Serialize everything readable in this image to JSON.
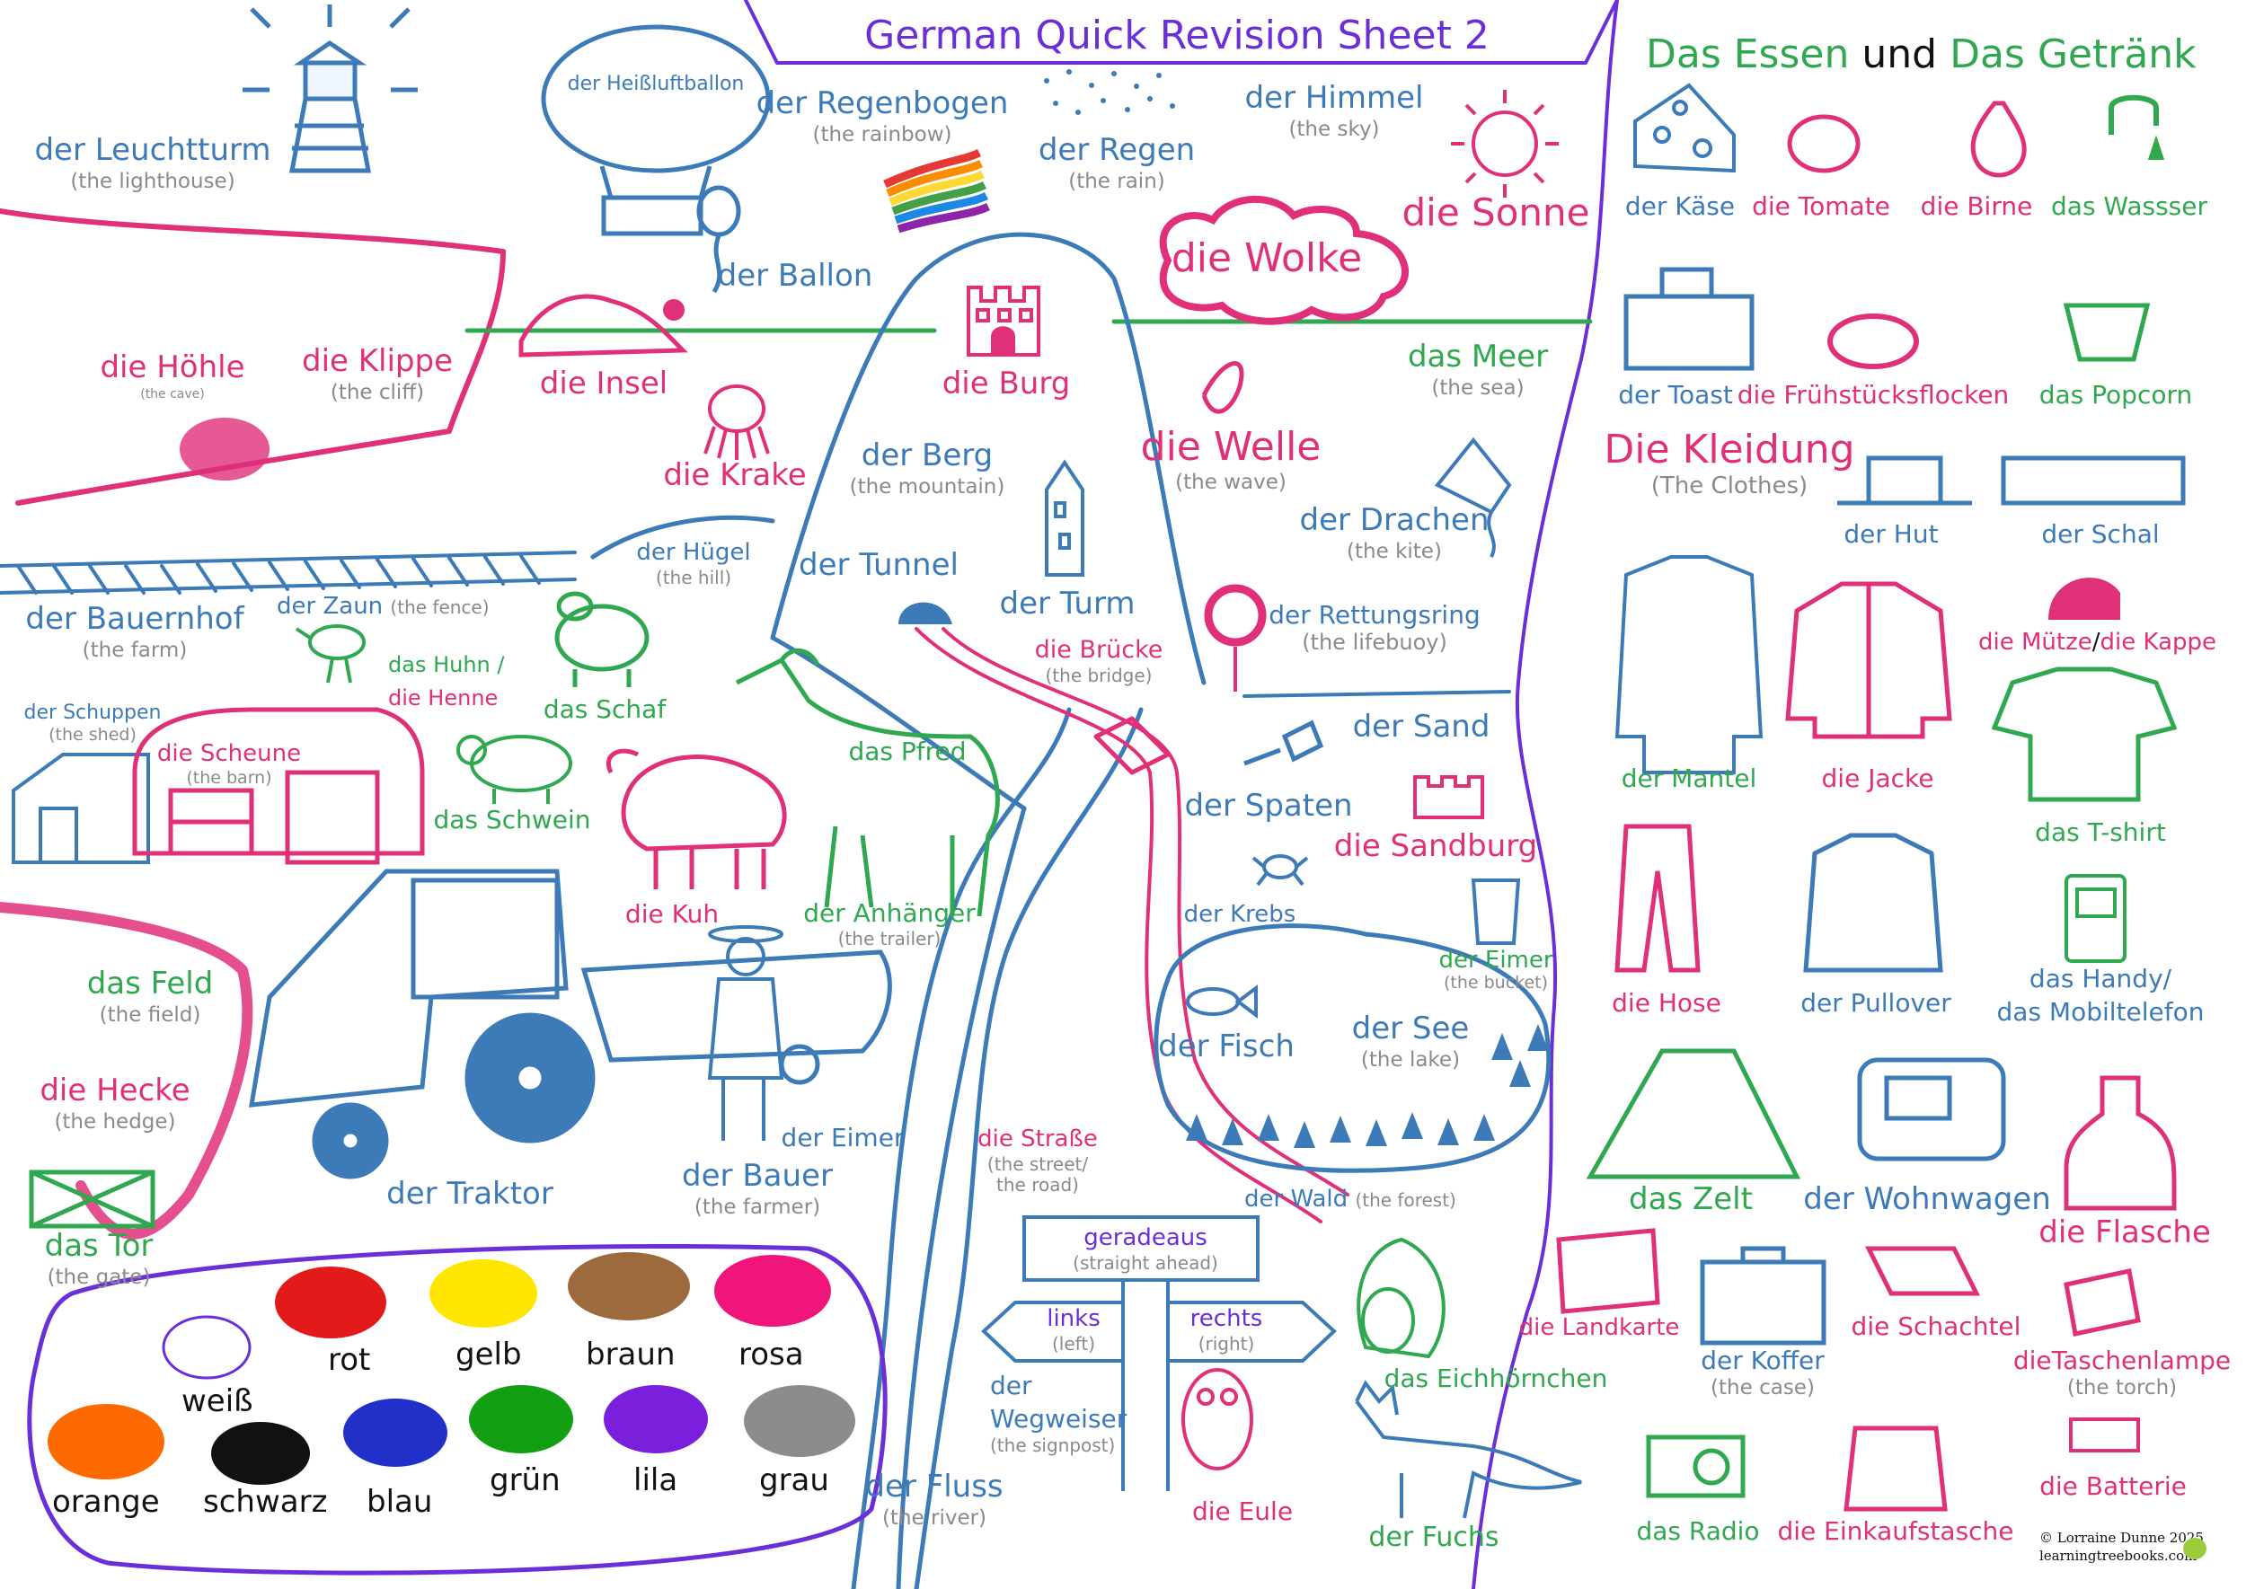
{
  "title": "German Quick Revision Sheet 2",
  "header": {
    "essen": "Das Essen",
    "und": "und",
    "getraenk": "Das Getränk"
  },
  "colors": {
    "blue": "#3d7ab8",
    "pink": "#e0307a",
    "green": "#2fa84f",
    "purple": "#6a2fd8",
    "gray": "#8a8a8a"
  },
  "labels": {
    "leuchtturm": {
      "de": "der Leuchtturm",
      "en": "(the lighthouse)"
    },
    "heissluftballon": {
      "de": "der Heißluftballon"
    },
    "regenbogen": {
      "de": "der Regenbogen",
      "en": "(the rainbow)"
    },
    "regen": {
      "de": "der Regen",
      "en": "(the rain)"
    },
    "himmel": {
      "de": "der Himmel",
      "en": "(the sky)"
    },
    "sonne": {
      "de": "die Sonne"
    },
    "wolke": {
      "de": "die Wolke"
    },
    "ballon": {
      "de": "der Ballon"
    },
    "hoehle": {
      "de": "die Höhle",
      "en": "(the cave)"
    },
    "klippe": {
      "de": "die Klippe",
      "en": "(the cliff)"
    },
    "insel": {
      "de": "die Insel"
    },
    "burg": {
      "de": "die Burg"
    },
    "meer": {
      "de": "das Meer",
      "en": "(the sea)"
    },
    "krake": {
      "de": "die Krake"
    },
    "berg": {
      "de": "der Berg",
      "en": "(the mountain)"
    },
    "welle": {
      "de": "die Welle",
      "en": "(the wave)"
    },
    "drachen": {
      "de": "der Drachen",
      "en": "(the kite)"
    },
    "huegel": {
      "de": "der Hügel",
      "en": "(the hill)"
    },
    "tunnel": {
      "de": "der Tunnel"
    },
    "turm": {
      "de": "der Turm"
    },
    "rettungsring": {
      "de": "der Rettungsring",
      "en": "(the lifebuoy)"
    },
    "bauernhof": {
      "de": "der Bauernhof",
      "en": "(the farm)"
    },
    "zaun": {
      "de": "der Zaun",
      "en": "(the fence)"
    },
    "huhn": {
      "de": "das Huhn /",
      "de2": "die Henne"
    },
    "schaf": {
      "de": "das Schaf"
    },
    "bruecke": {
      "de": "die Brücke",
      "en": "(the bridge)"
    },
    "sand": {
      "de": "der Sand"
    },
    "schuppen": {
      "de": "der Schuppen",
      "en": "(the shed)"
    },
    "scheune": {
      "de": "die Scheune",
      "en": "(the barn)"
    },
    "schwein": {
      "de": "das Schwein"
    },
    "pfred": {
      "de": "das Pfred"
    },
    "spaten": {
      "de": "der Spaten"
    },
    "sandburg": {
      "de": "die Sandburg"
    },
    "kuh": {
      "de": "die Kuh"
    },
    "anhaenger": {
      "de": "der Anhänger",
      "en": "(the trailer)"
    },
    "krebs": {
      "de": "der Krebs"
    },
    "eimer_beach": {
      "de": "der Eimer",
      "en": "(the bucket)"
    },
    "feld": {
      "de": "das Feld",
      "en": "(the field)"
    },
    "fisch": {
      "de": "der Fisch"
    },
    "see": {
      "de": "der See",
      "en": "(the lake)"
    },
    "hecke": {
      "de": "die Hecke",
      "en": "(the hedge)"
    },
    "eimer_farmer": {
      "de": "der Eimer"
    },
    "strasse": {
      "de": "die Straße",
      "en": "(the street/",
      "en2": "the road)"
    },
    "traktor": {
      "de": "der Traktor"
    },
    "bauer": {
      "de": "der Bauer",
      "en": "(the farmer)"
    },
    "wald": {
      "de": "der Wald",
      "en": "(the forest)"
    },
    "tor": {
      "de": "das Tor",
      "en": "(the gate)"
    },
    "geradeaus": {
      "de": "geradeaus",
      "en": "(straight ahead)"
    },
    "links": {
      "de": "links",
      "en": "(left)"
    },
    "rechts": {
      "de": "rechts",
      "en": "(right)"
    },
    "wegweiser": {
      "de": "der",
      "de2": "Wegweiser",
      "en": "(the signpost)"
    },
    "fluss": {
      "de": "der Fluss",
      "en": "(the river)"
    },
    "eule": {
      "de": "die Eule"
    },
    "eichhoernchen": {
      "de": "das Eichhörnchen"
    },
    "fuchs": {
      "de": "der Fuchs"
    }
  },
  "food": {
    "kaese": "der Käse",
    "tomate": "die Tomate",
    "birne": "die Birne",
    "wasser": "das Wassser",
    "toast": "der Toast",
    "flocken": "die Frühstücksflocken",
    "popcorn": "das Popcorn"
  },
  "kleidung": {
    "heading": "Die Kleidung",
    "heading_en": "(The Clothes)",
    "hut": "der Hut",
    "schal": "der Schal",
    "muetze": "die Mütze",
    "slash": "/",
    "kappe": "die Kappe",
    "mantel": "der Mantel",
    "jacke": "die Jacke",
    "tshirt": "das T-shirt",
    "hose": "die Hose",
    "pullover": "der Pullover",
    "handy1": "das Handy/",
    "handy2": "das Mobiltelefon"
  },
  "objects": {
    "zelt": "das Zelt",
    "wohnwagen": "der Wohnwagen",
    "flasche": "die Flasche",
    "landkarte": "die Landkarte",
    "koffer": "der Koffer",
    "koffer_en": "(the case)",
    "schachtel": "die Schachtel",
    "taschenlampe": "dieTaschenlampe",
    "taschenlampe_en": "(the torch)",
    "radio": "das Radio",
    "einkaufstasche": "die Einkaufstasche",
    "batterie": "die Batterie"
  },
  "colour_words": {
    "rot": "rot",
    "gelb": "gelb",
    "braun": "braun",
    "rosa": "rosa",
    "weiss": "weiß",
    "orange": "orange",
    "schwarz": "schwarz",
    "blau": "blau",
    "gruen": "grün",
    "lila": "lila",
    "grau": "grau"
  },
  "copyright": {
    "line1": "© Lorraine Dunne 2025",
    "line2": "learningtreebooks.com"
  }
}
